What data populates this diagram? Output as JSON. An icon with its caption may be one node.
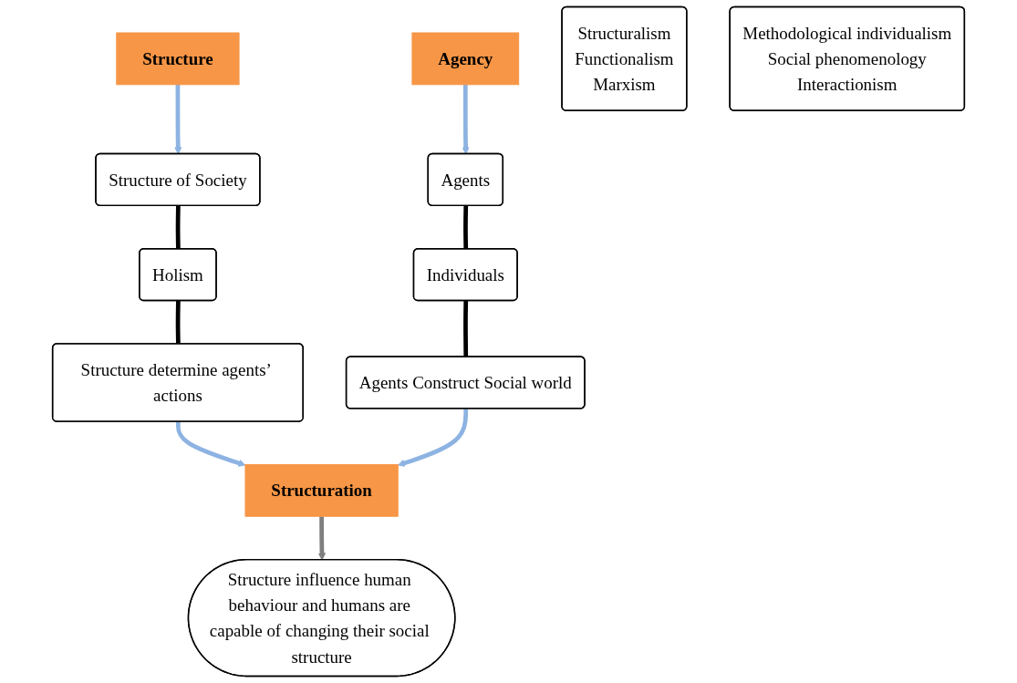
{
  "diagram": {
    "nodes": [
      {
        "text": [
          "Structure"
        ]
      },
      {
        "text": [
          "Agency"
        ]
      },
      {
        "text": [
          "Structure of Society"
        ]
      },
      {
        "text": [
          "Holism"
        ]
      },
      {
        "text": [
          "Structure determine agents’ actions"
        ]
      },
      {
        "text": [
          "Agents"
        ]
      },
      {
        "text": [
          "Individuals"
        ]
      },
      {
        "text": [
          "Agents Construct Social world"
        ]
      },
      {
        "text": [
          "Structuralism",
          "Functionalism",
          "Marxism"
        ]
      },
      {
        "text": [
          "Methodological individualism",
          "Social phenomenology",
          "Interactionism"
        ]
      },
      {
        "text": [
          "Structuration"
        ]
      },
      {
        "text": [
          "Structure influence human behaviour and humans are capable of changing their social structure"
        ]
      }
    ],
    "edges": [
      {
        "from": 0,
        "to": 2,
        "arrow": "to",
        "color": "#8db3e2"
      },
      {
        "from": 1,
        "to": 5,
        "arrow": "to",
        "color": "#8db3e2"
      },
      {
        "from": 2,
        "to": 3,
        "arrow": "none",
        "color": "#000000"
      },
      {
        "from": 3,
        "to": 4,
        "arrow": "none",
        "color": "#000000"
      },
      {
        "from": 5,
        "to": 6,
        "arrow": "none",
        "color": "#000000"
      },
      {
        "from": 6,
        "to": 7,
        "arrow": "none",
        "color": "#000000"
      },
      {
        "from": 4,
        "to": 10,
        "arrow": "to",
        "color": "#8db3e2"
      },
      {
        "from": 7,
        "to": 10,
        "arrow": "to",
        "color": "#8db3e2"
      },
      {
        "from": 10,
        "to": 11,
        "arrow": "to",
        "color": "#7f7f7f"
      }
    ]
  }
}
